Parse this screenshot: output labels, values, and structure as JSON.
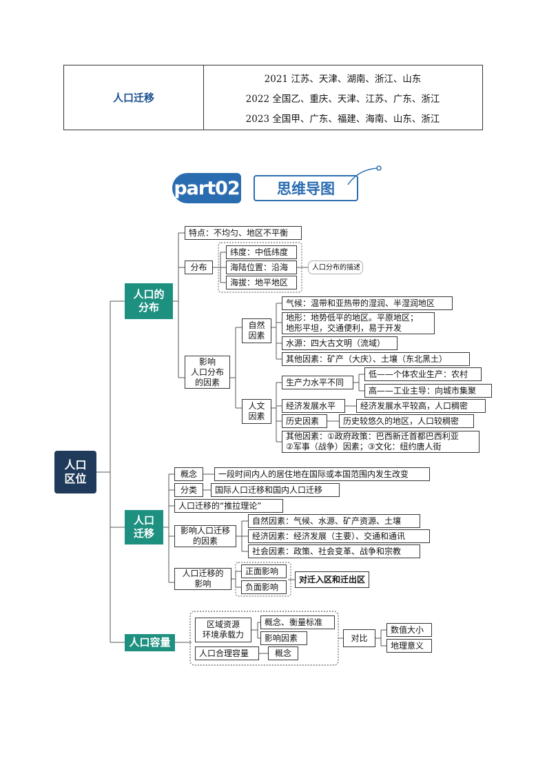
{
  "table": {
    "topic": "人口迁移",
    "years": [
      "2021 江苏、天津、湖南、浙江、山东",
      "2022 全国乙、重庆、天津、江苏、广东、浙江",
      "2023 全国甲、广东、福建、海南、山东、浙江"
    ]
  },
  "header": {
    "part": "part02",
    "title": "思维导图"
  },
  "map": {
    "root": "人口\n区位",
    "distribution": {
      "title": "人口的\n分布",
      "feature": "特点：不均匀、地区不平衡",
      "fenbu": "分布",
      "fenbu_items": [
        "纬度：中低纬度",
        "海陆位置：沿海",
        "海拔：地平地区"
      ],
      "fenbu_note": "人口分布的描述",
      "factors": "影响\n人口分布\n的因素",
      "natural": "自然\n因素",
      "natural_items": [
        "气候：温带和亚热带的湿润、半湿润地区",
        "地形：地势低平的地区。平原地区；\n地形平坦，交通便利，易于开发",
        "水源：四大古文明（流域）",
        "其他因素：矿产（大庆）、土壤（东北黑土）"
      ],
      "human": "人文\n因素",
      "productivity": "生产力水平不同",
      "productivity_items": [
        "低——个体农业生产：农村",
        "高——工业主导：向城市集聚"
      ],
      "economy": "经济发展水平",
      "economy_detail": "经济发展水平较高，人口稠密",
      "history": "历史因素",
      "history_detail": "历史较悠久的地区，人口较稠密",
      "other": "其他因素：①政府政策：巴西新迁首都巴西利亚\n②军事（战争）因素；③文化：纽约唐人街"
    },
    "migration": {
      "title": "人口\n迁移",
      "concept": "概念",
      "concept_detail": "一段时间内人的居住地在国际或本国范围内发生改变",
      "types": "分类",
      "types_detail": "国际人口迁移和国内人口迁移",
      "pushpull": "人口迁移的“推拉理论”",
      "factors": "影响人口迁移\n的因素",
      "factor_items": [
        "自然因素：气候、水源、矿产资源、土壤",
        "经济因素：经济发展（主要）、交通和通讯",
        "社会因素：政策、社会变革、战争和宗教"
      ],
      "impact": "人口迁移的\n影响",
      "impact_items": [
        "正面影响",
        "负面影响"
      ],
      "impact_target": "对迁入区和迁出区"
    },
    "capacity": {
      "title": "人口容量",
      "carrying": "区域资源\n环境承载力",
      "carrying_items": [
        "概念、衡量标准",
        "影响因素"
      ],
      "reasonable": "人口合理容量",
      "reasonable_item": "概念",
      "compare": "对比",
      "compare_items": [
        "数值大小",
        "地理意义"
      ]
    }
  }
}
